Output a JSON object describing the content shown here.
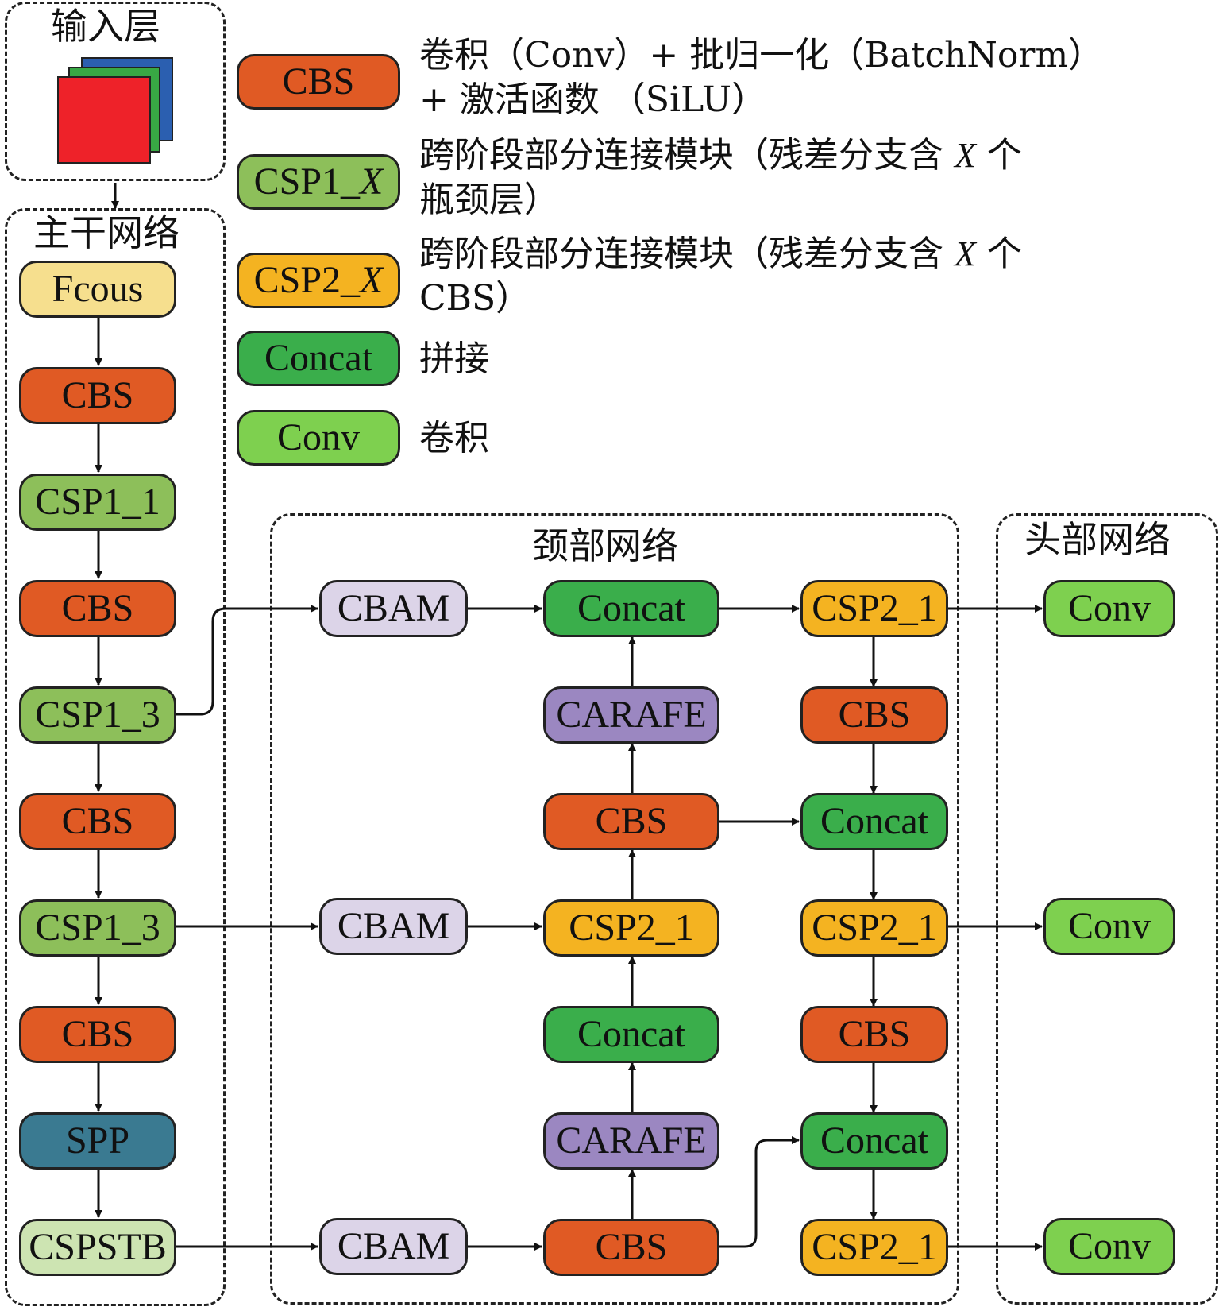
{
  "colors": {
    "cbs": "#e05a24",
    "csp1": "#8dbf5a",
    "csp2": "#f4b321",
    "concat": "#3aae4b",
    "conv": "#7ed04f",
    "focus": "#f6df8e",
    "spp": "#3a7a91",
    "cspstb": "#cde4b2",
    "cbam": "#dcd4e8",
    "carafe": "#9b87c1",
    "input_red": "#ee2229",
    "input_green": "#38a844",
    "input_blue": "#2b5fb0"
  },
  "regions": {
    "input": "输入层",
    "backbone": "主干网络",
    "neck": "颈部网络",
    "head": "头部网络"
  },
  "legend": [
    {
      "label": "CBS",
      "desc1": "卷积（Conv）+ 批归一化（BatchNorm）",
      "desc2": "+ 激活函数 （SiLU）"
    },
    {
      "label_main": "CSP1_",
      "label_var": "X",
      "desc1_pre": "跨阶段部分连接模块（残差分支含 ",
      "desc1_var": "X",
      "desc1_post": " 个",
      "desc2": "瓶颈层）"
    },
    {
      "label_main": "CSP2_",
      "label_var": "X",
      "desc1_pre": "跨阶段部分连接模块（残差分支含 ",
      "desc1_var": "X",
      "desc1_post": " 个",
      "desc2": "CBS）"
    },
    {
      "label": "Concat",
      "desc1": "拼接"
    },
    {
      "label": "Conv",
      "desc1": "卷积"
    }
  ],
  "backbone": [
    "Fcous",
    "CBS",
    "CSP1_1",
    "CBS",
    "CSP1_3",
    "CBS",
    "CSP1_3",
    "CBS",
    "SPP",
    "CSPSTB"
  ],
  "neck": {
    "cbam": [
      "CBAM",
      "CBAM",
      "CBAM"
    ],
    "middle": [
      "Concat",
      "CARAFE",
      "CBS",
      "CSP2_1",
      "Concat",
      "CARAFE",
      "CBS"
    ],
    "right": [
      "CSP2_1",
      "CBS",
      "Concat",
      "CSP2_1",
      "CBS",
      "Concat",
      "CSP2_1"
    ]
  },
  "head": [
    "Conv",
    "Conv",
    "Conv"
  ]
}
